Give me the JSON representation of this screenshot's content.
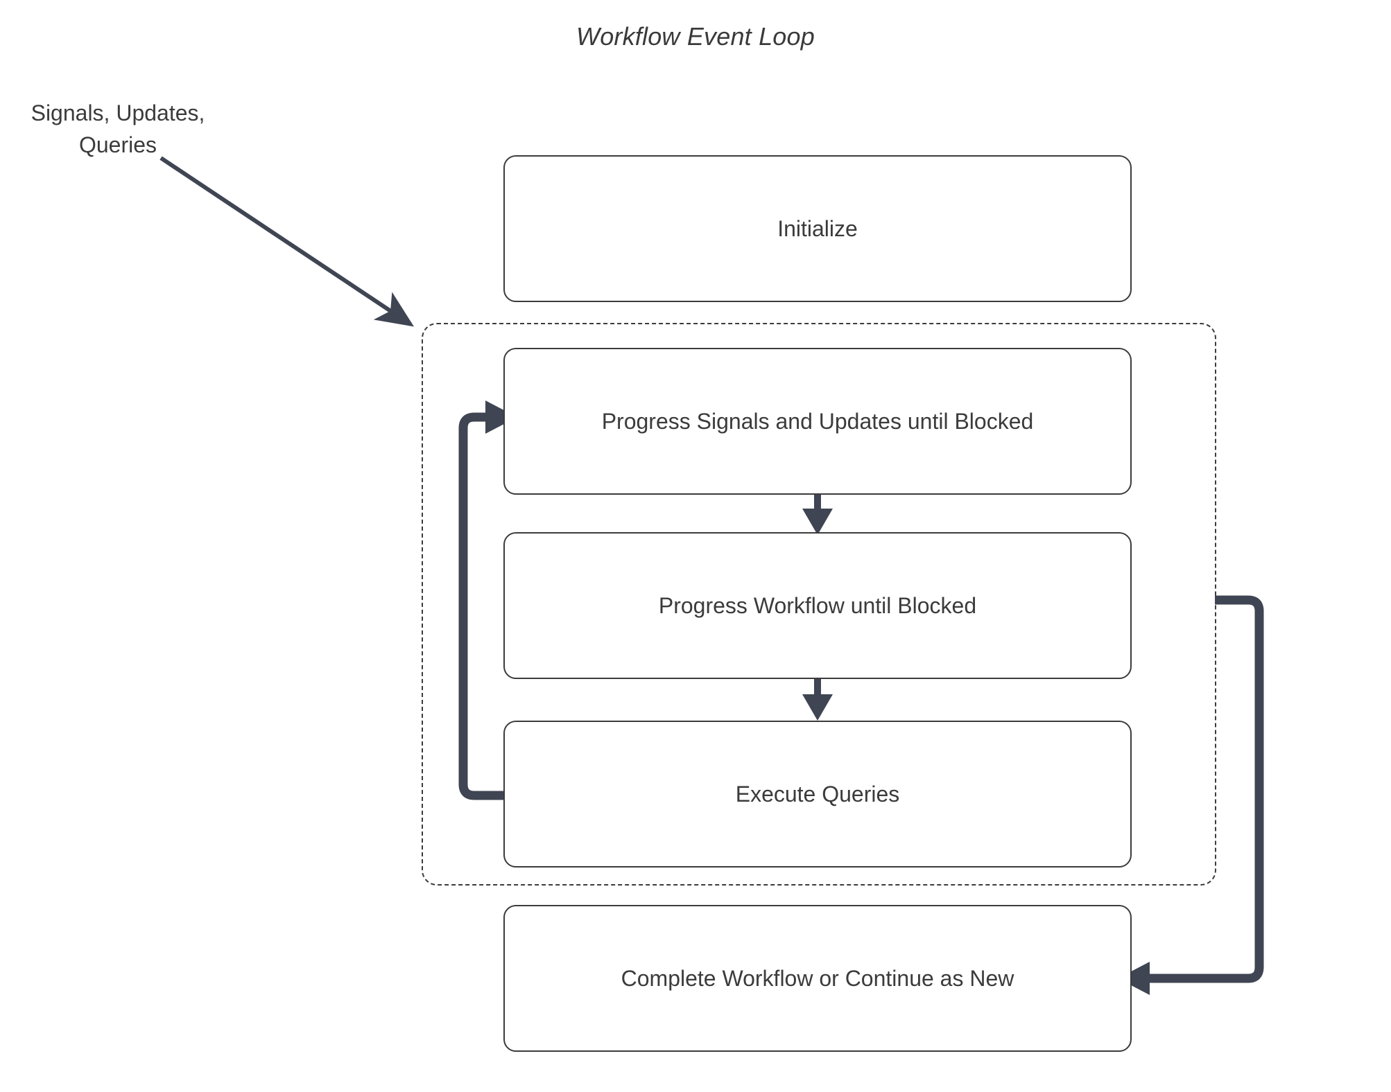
{
  "diagram": {
    "title": "Workflow Event Loop",
    "external_label": "Signals, Updates, Queries",
    "external_label_line1": "Signals, Updates,",
    "external_label_line2": "Queries",
    "colors": {
      "node_border": "#3b3b3b",
      "node_fill": "#ffffff",
      "text": "#3b3b3b",
      "edge": "#3f4552",
      "dashed_border": "#3b3b3b",
      "background": "#ffffff"
    },
    "nodes": [
      {
        "id": "initialize",
        "label": "Initialize"
      },
      {
        "id": "progress_signals",
        "label": "Progress Signals and Updates until Blocked"
      },
      {
        "id": "progress_workflow",
        "label": "Progress Workflow until Blocked"
      },
      {
        "id": "execute_queries",
        "label": "Execute Queries"
      },
      {
        "id": "complete_workflow",
        "label": "Complete Workflow or Continue as New"
      }
    ],
    "group": {
      "id": "event_loop_group",
      "style": "dashed",
      "label": ""
    },
    "edges": [
      {
        "from": "external_label",
        "to": "event_loop_group",
        "style": "thin-arrow"
      },
      {
        "from": "progress_signals",
        "to": "progress_workflow",
        "style": "arrow-down"
      },
      {
        "from": "progress_workflow",
        "to": "execute_queries",
        "style": "arrow-down"
      },
      {
        "from": "execute_queries",
        "to": "progress_signals",
        "style": "loop-left"
      },
      {
        "from": "event_loop_group",
        "to": "complete_workflow",
        "style": "loop-right"
      }
    ]
  }
}
